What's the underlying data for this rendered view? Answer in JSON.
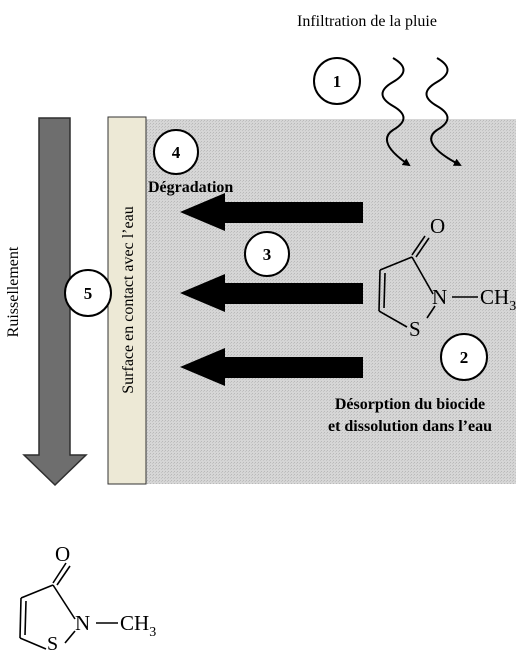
{
  "diagram": {
    "top_label": "Infiltration de la pluie",
    "runoff_label": "Ruissellement",
    "surface_label": "Surface en contact avec l’eau",
    "degradation_label": "Dégradation",
    "desorption_line1": "Désorption du biocide",
    "desorption_line2": "et dissolution dans l’eau",
    "step_numbers": [
      "1",
      "2",
      "3",
      "4",
      "5"
    ]
  },
  "molecule": {
    "carbonyl_atom": "O",
    "nitrogen_atom": "N",
    "sulfur_atom": "S",
    "methyl_prefix": "CH",
    "methyl_subscript": "3"
  },
  "colors": {
    "matrix_fill": "#d3d3d3",
    "surface_fill": "#ede9d6",
    "runoff_arrow": "#6e6e6e",
    "flux_arrow": "#000000"
  }
}
